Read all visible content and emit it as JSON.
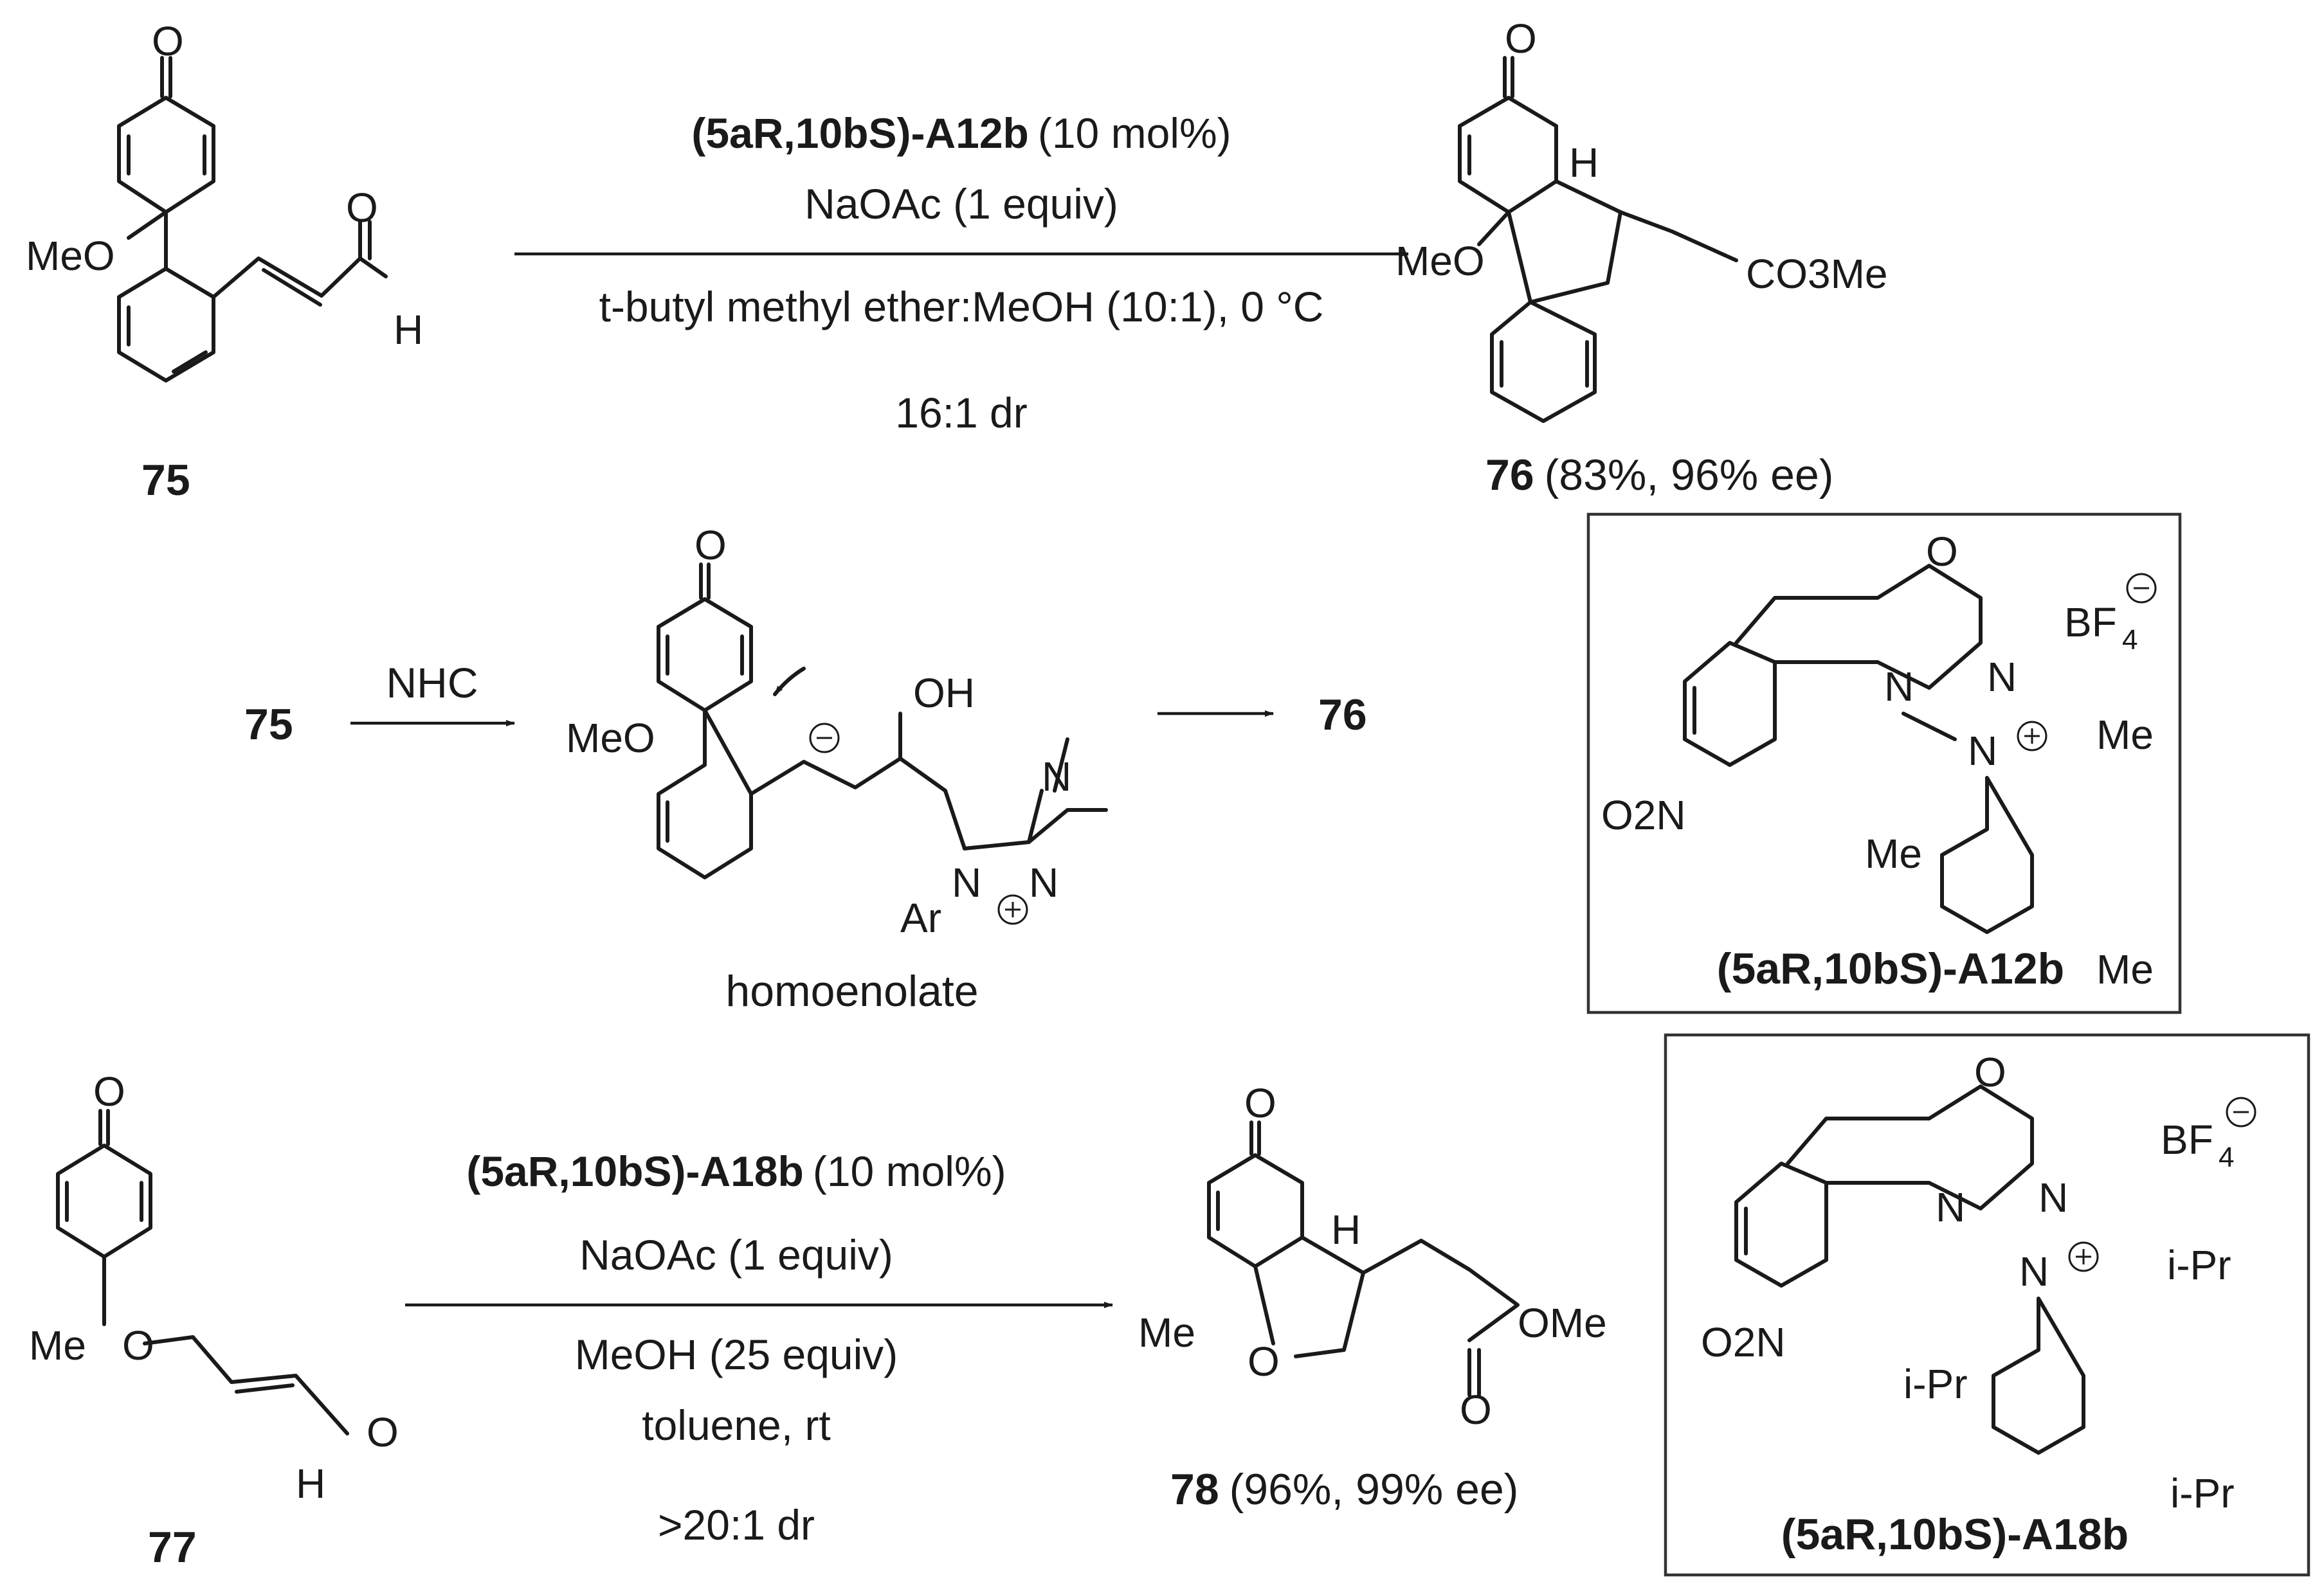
{
  "reaction1": {
    "substrate_label": "75",
    "catalyst": "(5aR,10bS)-A12b",
    "catalyst_loading": "(10 mol%)",
    "base": "NaOAc (1 equiv)",
    "solvent": "t-butyl methyl ether:MeOH (10:1), 0 °C",
    "dr": "16:1 dr",
    "product_label": "76",
    "product_yield": "(83%, 96% ee)"
  },
  "mechanism": {
    "start_label": "75",
    "reagent": "NHC",
    "intermediate_name": "homoenolate",
    "end_label": "76"
  },
  "reaction2": {
    "substrate_label": "77",
    "catalyst": "(5aR,10bS)-A18b",
    "catalyst_loading": "(10 mol%)",
    "base": "NaOAc (1 equiv)",
    "additive": "MeOH (25 equiv)",
    "solvent": "toluene, rt",
    "dr": ">20:1 dr",
    "product_label": "78",
    "product_yield": "(96%, 99% ee)"
  },
  "catalysts": {
    "a12b": {
      "name": "(5aR,10bS)-A12b",
      "counterion": "BF4",
      "aryl_substituent": "Me"
    },
    "a18b": {
      "name": "(5aR,10bS)-A18b",
      "counterion": "BF4",
      "aryl_substituent": "i-Pr"
    }
  },
  "groups": {
    "methoxy": "MeO",
    "ester": "CO3Me",
    "methyl": "Me",
    "ome": "OMe",
    "nitro": "O2N",
    "aryl": "Ar"
  }
}
